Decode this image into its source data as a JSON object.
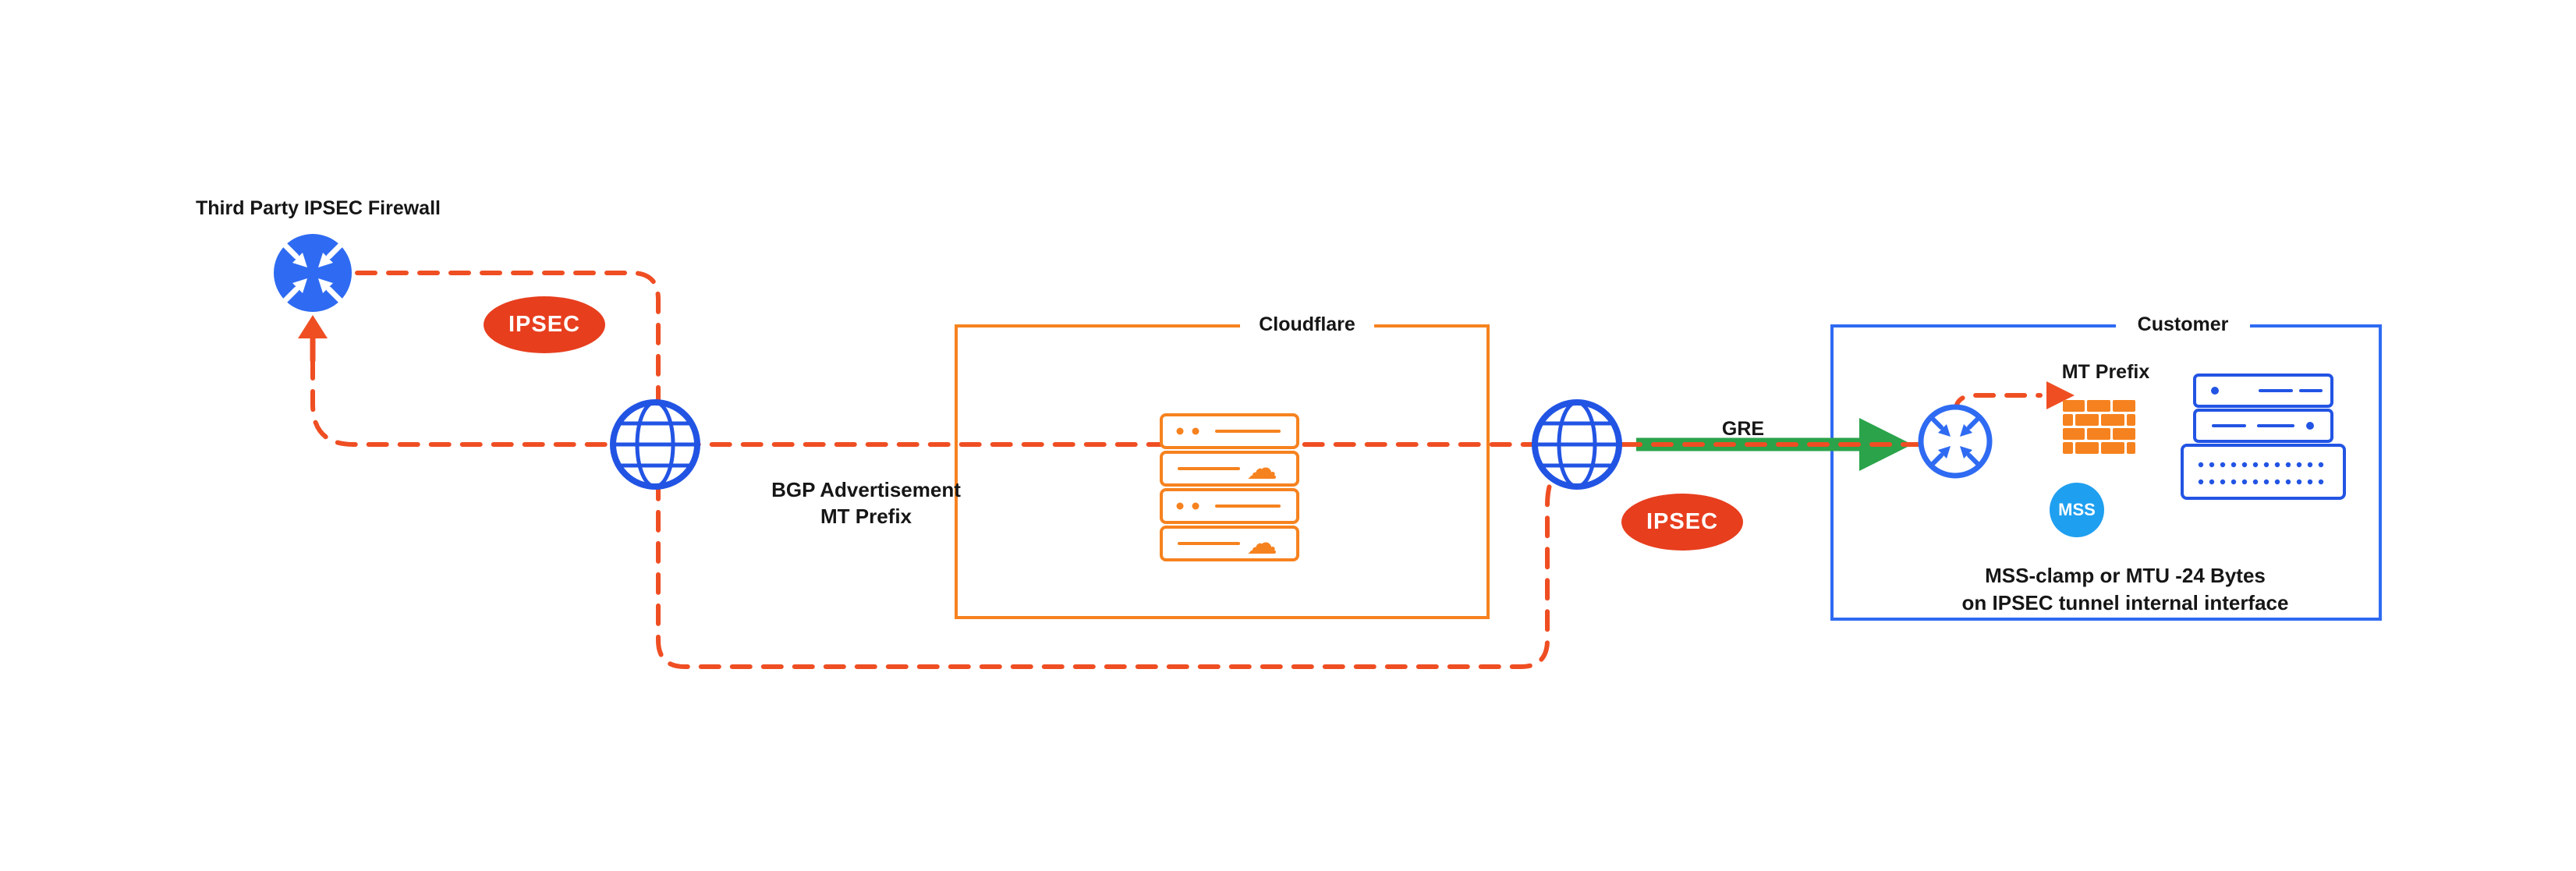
{
  "labels": {
    "third_party_firewall": "Third Party IPSEC Firewall",
    "bgp_advertisement_line1": "BGP Advertisement",
    "bgp_advertisement_line2": "MT Prefix",
    "gre": "GRE",
    "mt_prefix": "MT Prefix",
    "mss_note_line1": "MSS-clamp or MTU -24 Bytes",
    "mss_note_line2": "on IPSEC tunnel internal interface"
  },
  "boxes": {
    "cloudflare": "Cloudflare",
    "customer": "Customer"
  },
  "badges": {
    "ipsec": "IPSEC",
    "mss": "MSS"
  },
  "icons": {
    "cloud": "☁"
  },
  "colors": {
    "blue": "#2254E4",
    "router_blue": "#2F6BF2",
    "light_blue": "#1F9FF0",
    "orange": "#F6821F",
    "red_orange": "#EF4E23",
    "badge_red": "#E73E1E",
    "green": "#2AA34A",
    "text": "#161616"
  }
}
